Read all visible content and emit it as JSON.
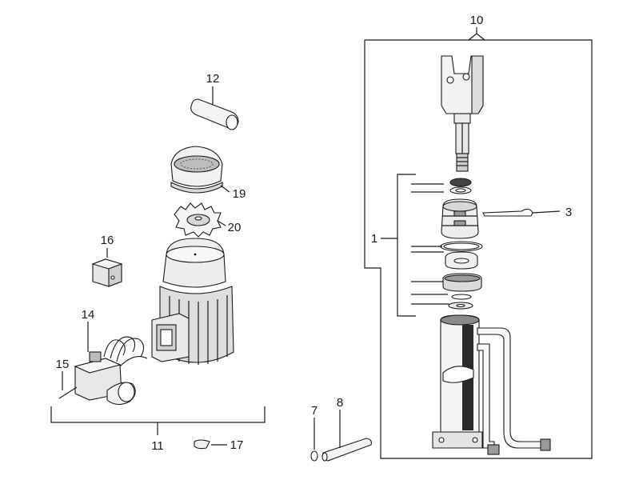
{
  "labels": {
    "p1": "1",
    "p3": "3",
    "p7": "7",
    "p8": "8",
    "p10": "10",
    "p11": "11",
    "p12": "12",
    "p14": "14",
    "p15": "15",
    "p16": "16",
    "p17": "17",
    "p19": "19",
    "p20": "20"
  },
  "colors": {
    "ink": "#1a1a1a",
    "light": "#e6e6e6",
    "mid": "#bdbdbd",
    "dark": "#7a7a7a",
    "paper": "#ffffff"
  }
}
